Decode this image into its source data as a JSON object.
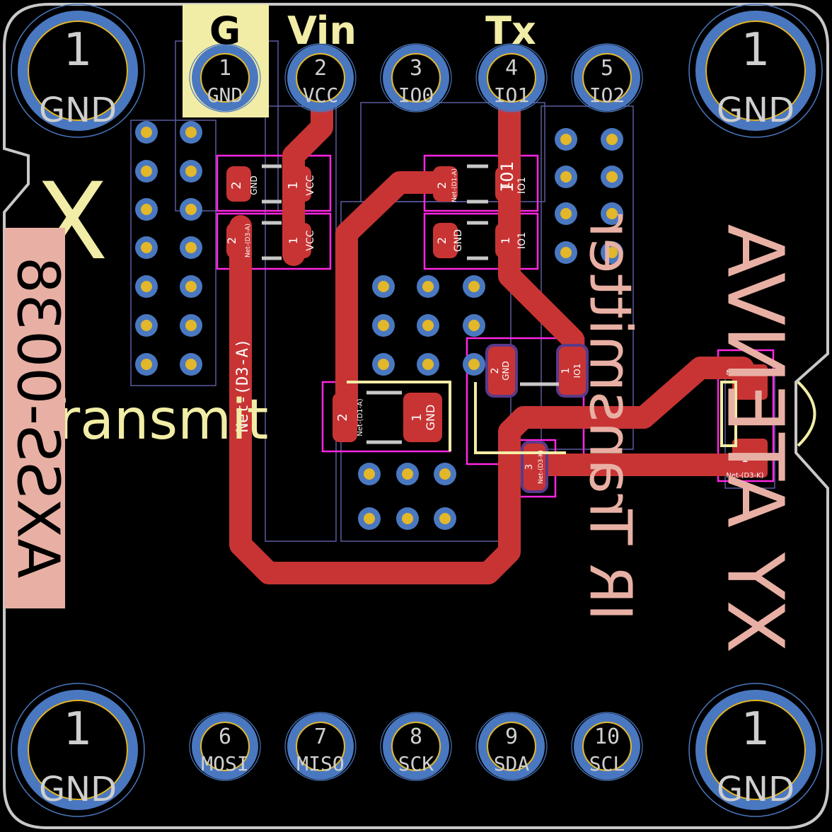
{
  "colors": {
    "board": "#000000",
    "outline": "#c8c8c8",
    "copper": "#c83434",
    "pad_ring": "#4a78c0",
    "pad_hole": "#e3b72a",
    "silk_front": "#f2eda6",
    "silk_back": "#e8b0a4",
    "courtyard": "#ff26e2",
    "fab": "#5a5aa0"
  },
  "corner_holes": [
    {
      "number": "1",
      "label": "GND"
    },
    {
      "number": "1",
      "label": "GND"
    },
    {
      "number": "1",
      "label": "GND"
    },
    {
      "number": "1",
      "label": "GND"
    }
  ],
  "top_header": [
    {
      "number": "1",
      "label": "GND"
    },
    {
      "number": "2",
      "label": "VCC"
    },
    {
      "number": "3",
      "label": "IO0"
    },
    {
      "number": "4",
      "label": "IO1"
    },
    {
      "number": "5",
      "label": "IO2"
    }
  ],
  "bottom_header": [
    {
      "number": "6",
      "label": "MOSI"
    },
    {
      "number": "7",
      "label": "MISO"
    },
    {
      "number": "8",
      "label": "SCK"
    },
    {
      "number": "9",
      "label": "SDA"
    },
    {
      "number": "10",
      "label": "SCL"
    }
  ],
  "silk_labels": {
    "g": "G",
    "vin": "Vin",
    "tx": "Tx",
    "transmit": "Transmit",
    "x_logo": "X",
    "part_number": "AXSS-0038",
    "ir_transmitter": "IR Transmitter",
    "brand": "XY ATENVA",
    "brand_x": "X"
  },
  "net_labels": {
    "net_d3a": "Net-(D3-A)",
    "net_d1a": "Net-(D1-A)",
    "net_d3k": "Net-(D3-K)"
  },
  "pads": {
    "gnd": "GND",
    "vcc": "VCC",
    "io1": "IO1",
    "one": "1",
    "two": "2",
    "three": "3"
  }
}
